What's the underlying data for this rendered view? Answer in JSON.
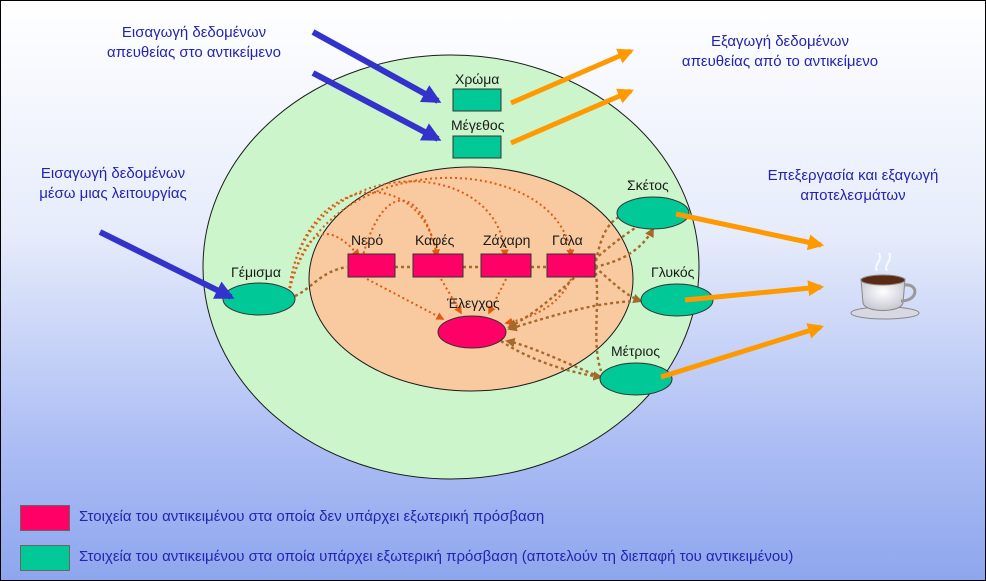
{
  "captions": {
    "input_direct": "Εισαγωγή δεδομένων\nαπευθείας στο αντικείμενο",
    "input_function": "Εισαγωγή δεδομένων\nμέσω μιας λειτουργίας",
    "output_direct": "Εξαγωγή δεδομένων\nαπευθείας από το αντικείμενο",
    "process_output": "Επεξεργασία και εξαγωγή\nαποτελεσμάτων"
  },
  "public_elements": {
    "color": "Χρώμα",
    "size": "Μέγεθος",
    "fill": "Γέμισμα",
    "plain": "Σκέτος",
    "sweet": "Γλυκός",
    "medium": "Μέτριος"
  },
  "private_elements": {
    "water": "Νερό",
    "coffee": "Καφές",
    "sugar": "Ζάχαρη",
    "milk": "Γάλα",
    "check": "Έλεγχος"
  },
  "legend": {
    "private": "Στοιχεία του αντικειμένου στα οποία δεν υπάρχει εξωτερική πρόσβαση",
    "public": "Στοιχεία του αντικειμένου στα οποία υπάρχει εξωτερική πρόσβαση (αποτελούν τη διεπαφή του αντικειμένου)"
  },
  "colors": {
    "outer_circle": "#ccf5cc",
    "inner_circle": "#f9c9a0",
    "public_element": "#00c896",
    "private_element": "#ff0066",
    "input_arrow": "#3333cc",
    "output_arrow": "#ff9900",
    "internal_link": "#e05a10",
    "internal_link_alt": "#a56a2a",
    "caption_text": "#2424b0"
  },
  "icons": {
    "result": "coffee-cup-icon"
  }
}
